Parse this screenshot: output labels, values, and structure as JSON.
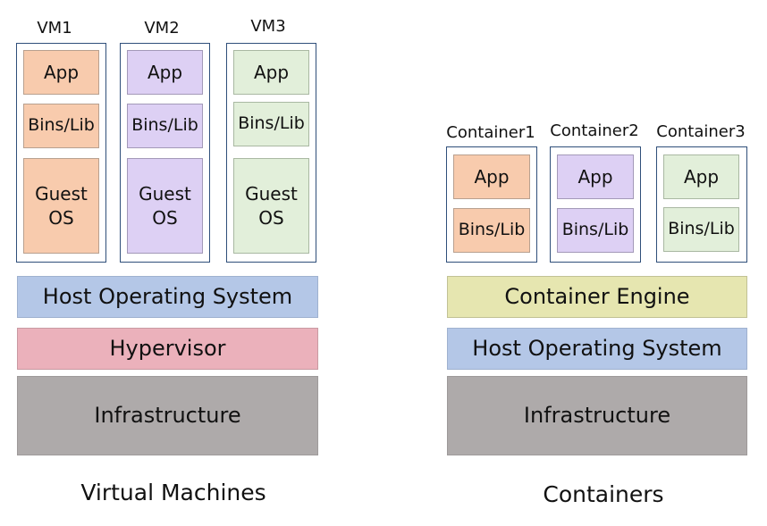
{
  "vm_side": {
    "vms": [
      {
        "name": "VM1",
        "app": "App",
        "bins": "Bins/Lib",
        "os": "Guest\nOS"
      },
      {
        "name": "VM2",
        "app": "App",
        "bins": "Bins/Lib",
        "os": "Guest\nOS"
      },
      {
        "name": "VM3",
        "app": "App",
        "bins": "Bins/Lib",
        "os": "Guest\nOS"
      }
    ],
    "host_os": "Host Operating System",
    "hypervisor": "Hypervisor",
    "infrastructure": "Infrastructure",
    "caption": "Virtual Machines"
  },
  "container_side": {
    "containers": [
      {
        "name": "Container1",
        "app": "App",
        "bins": "Bins/Lib"
      },
      {
        "name": "Container2",
        "app": "App",
        "bins": "Bins/Lib"
      },
      {
        "name": "Container3",
        "app": "App",
        "bins": "Bins/Lib"
      }
    ],
    "engine": "Container Engine",
    "host_os": "Host Operating System",
    "infrastructure": "Infrastructure",
    "caption": "Containers"
  },
  "colors": {
    "orange": "#f8cbad",
    "purple": "#ddd0f4",
    "green": "#e2efda",
    "blue": "#b4c7e7",
    "pink": "#ebb1bb",
    "yellow": "#e6e6b0",
    "gray": "#aeaaaa",
    "frame": "#2f4f7a"
  }
}
